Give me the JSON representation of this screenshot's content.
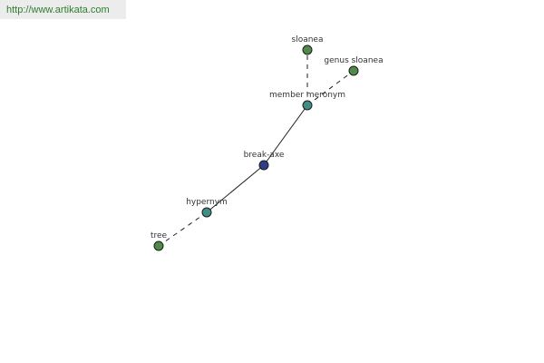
{
  "header": {
    "url": "http://www.artikata.com"
  },
  "graph": {
    "nodes": [
      {
        "id": "sloanea",
        "label": "sloanea",
        "color": "#4f8a4a"
      },
      {
        "id": "genus-sloanea",
        "label": "genus sloanea",
        "color": "#4f8a4a"
      },
      {
        "id": "member-meronym",
        "label": "member meronym",
        "color": "#3f8f84"
      },
      {
        "id": "break-axe",
        "label": "break-axe",
        "color": "#2c3f87"
      },
      {
        "id": "hypernym",
        "label": "hypernym",
        "color": "#3f8f84"
      },
      {
        "id": "tree",
        "label": "tree",
        "color": "#4f8a4a"
      }
    ],
    "edges": [
      {
        "from": "member-meronym",
        "to": "sloanea",
        "style": "dashed"
      },
      {
        "from": "member-meronym",
        "to": "genus-sloanea",
        "style": "dashed"
      },
      {
        "from": "break-axe",
        "to": "member-meronym",
        "style": "solid"
      },
      {
        "from": "break-axe",
        "to": "hypernym",
        "style": "solid"
      },
      {
        "from": "hypernym",
        "to": "tree",
        "style": "dashed"
      }
    ]
  }
}
